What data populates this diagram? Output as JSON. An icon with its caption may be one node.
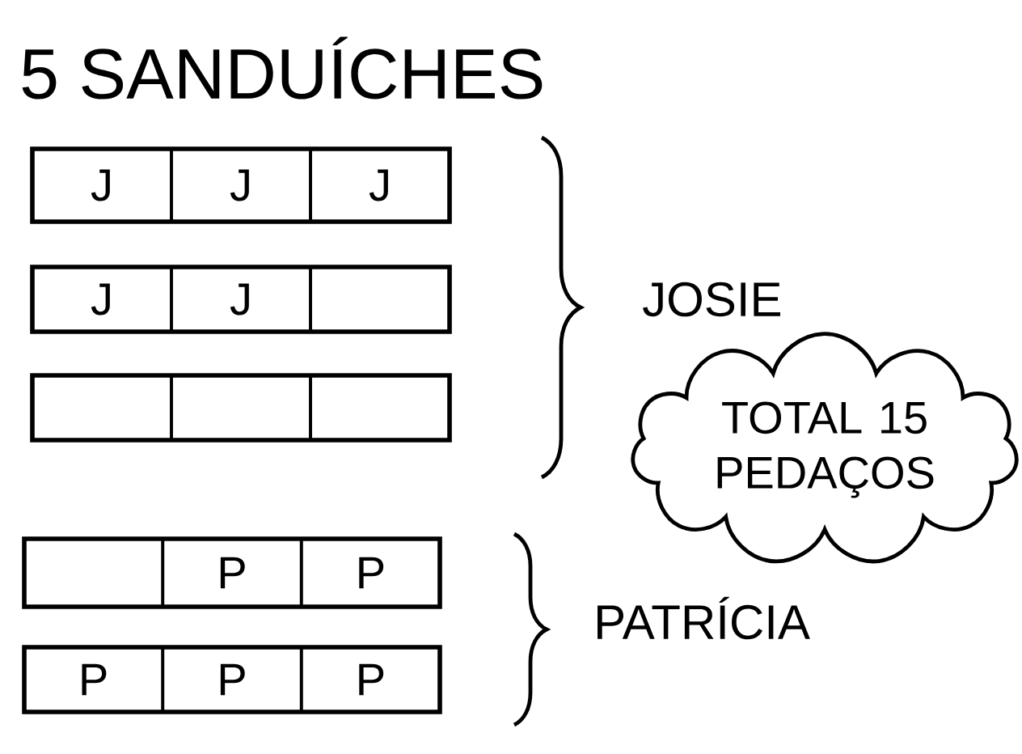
{
  "diagram": {
    "title": "5 SANDUÍCHES",
    "nodes": [
      {
        "text": [],
        "shape": "bar"
      },
      {
        "text": [
          "J"
        ],
        "in": 0
      },
      {
        "text": [
          "J"
        ],
        "in": 0
      },
      {
        "text": [
          "J"
        ],
        "in": 0
      },
      {
        "text": [],
        "shape": "bar"
      },
      {
        "text": [
          "J"
        ],
        "in": 4
      },
      {
        "text": [
          "J"
        ],
        "in": 4
      },
      {
        "text": [],
        "shape": "box",
        "in": 4
      },
      {
        "text": [],
        "shape": "bar"
      },
      {
        "text": [],
        "shape": "box",
        "in": 8
      },
      {
        "text": [],
        "shape": "box",
        "in": 8
      },
      {
        "text": [],
        "shape": "box",
        "in": 8
      },
      {
        "text": [
          "TOTAL 15 PEDAÇOS"
        ]
      },
      {
        "text": [],
        "shape": "bar"
      },
      {
        "text": [],
        "shape": "box",
        "in": 13
      },
      {
        "text": [
          "P"
        ],
        "in": 13
      },
      {
        "text": [
          "P"
        ],
        "in": 13
      },
      {
        "text": [],
        "shape": "bar"
      },
      {
        "text": [
          "P"
        ],
        "in": 17
      },
      {
        "text": [
          "P"
        ],
        "in": 17
      },
      {
        "text": [
          "P"
        ],
        "in": 17
      }
    ],
    "labels": [
      "JOSIE",
      "PATRÍCIA"
    ]
  }
}
